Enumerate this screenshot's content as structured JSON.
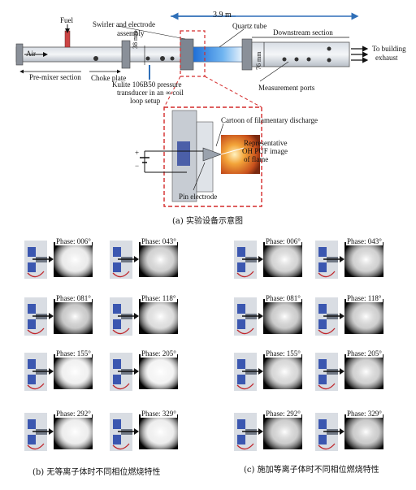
{
  "top": {
    "length_label": "3.9 m",
    "fuel": "Fuel",
    "air": "Air",
    "swirler": "Swirler and electrode",
    "swirler2": "assembly",
    "quartz": "Quartz tube",
    "downstream": "Downstream section",
    "to_building": "To building",
    "exhaust": "exhaust",
    "premixer": "Pre-mixer section",
    "choke": "Choke plate",
    "dim38": "38 mm",
    "dim76": "76 mm",
    "kulite1": "Kulite 106B50 pressure",
    "kulite2": "transducer in an ∞ coil",
    "kulite3": "loop setup",
    "ports": "Measurement ports",
    "cartoon": "Cartoon of filamentary discharge",
    "rep1": "Representative",
    "rep2": "OH PUF image",
    "rep3": "of flame",
    "pin": "Pin electrode",
    "plus": "+",
    "minus": "−"
  },
  "captions": {
    "a": "(a) 实验设备示意图",
    "b": "(b) 无等离子体时不同相位燃烧特性",
    "c": "(c) 施加等离子体时不同相位燃烧特性"
  },
  "phases_b": [
    {
      "label": "Phase: 006°",
      "intensity": 0.35
    },
    {
      "label": "Phase: 043°",
      "intensity": 0.8
    },
    {
      "label": "Phase: 081°",
      "intensity": 0.95
    },
    {
      "label": "Phase: 118°",
      "intensity": 0.6
    },
    {
      "label": "Phase: 155°",
      "intensity": 0.25
    },
    {
      "label": "Phase: 205°",
      "intensity": 0.2
    },
    {
      "label": "Phase: 292°",
      "intensity": 0.3
    },
    {
      "label": "Phase: 329°",
      "intensity": 0.3
    }
  ],
  "phases_c": [
    {
      "label": "Phase: 006°",
      "intensity": 0.75
    },
    {
      "label": "Phase: 043°",
      "intensity": 0.8
    },
    {
      "label": "Phase: 081°",
      "intensity": 0.9
    },
    {
      "label": "Phase: 118°",
      "intensity": 0.85
    },
    {
      "label": "Phase: 155°",
      "intensity": 0.7
    },
    {
      "label": "Phase: 205°",
      "intensity": 0.8
    },
    {
      "label": "Phase: 292°",
      "intensity": 0.85
    },
    {
      "label": "Phase: 329°",
      "intensity": 0.9
    }
  ],
  "colors": {
    "accent_blue": "#2f6fb8",
    "dashed_red": "#d42a2a",
    "flame_orange": "#e8821c"
  }
}
